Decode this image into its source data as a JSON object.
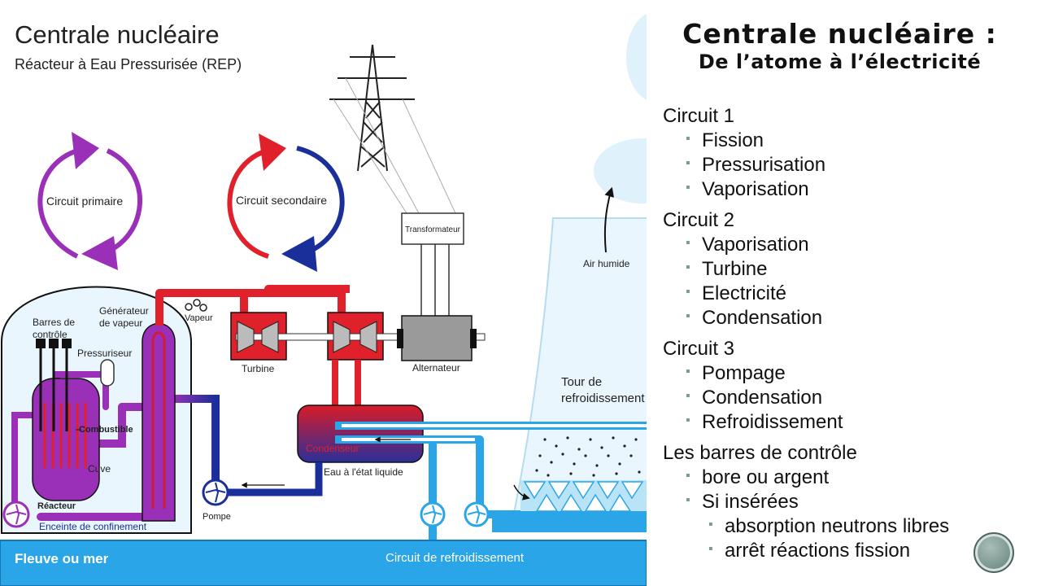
{
  "diagram": {
    "title": "Centrale nucléaire",
    "subtitle": "Réacteur à Eau Pressurisée (REP)",
    "labels": {
      "circuit_primaire": "Circuit primaire",
      "circuit_secondaire": "Circuit secondaire",
      "transformateur": "Transformateur",
      "air_humide": "Air humide",
      "vapeur": "Vapeur",
      "generateur_line1": "Générateur",
      "generateur_line2": "de vapeur",
      "barres_line1": "Barres de",
      "barres_line2": "contrôle",
      "pressuriseur": "Pressuriseur",
      "combustible": "Combustible",
      "cuve": "Cuve",
      "reacteur": "Réacteur",
      "enceinte": "Enceinte de confinement",
      "turbine": "Turbine",
      "alternateur": "Alternateur",
      "tour_line1": "Tour de",
      "tour_line2": "refroidissement",
      "condenseur": "Condenseur",
      "eau_liquide": "Eau à l'état liquide",
      "pompe": "Pompe",
      "fleuve": "Fleuve ou mer",
      "circuit_refroidissement": "Circuit de refroidissement"
    }
  },
  "panel": {
    "title": "Centrale nucléaire :",
    "subtitle": "De l’atome à l’électricité",
    "circuit1": {
      "label": "Circuit 1",
      "items": [
        "Fission",
        "Pressurisation",
        "Vaporisation"
      ]
    },
    "circuit2": {
      "label": "Circuit 2",
      "items": [
        "Vaporisation",
        "Turbine",
        "Electricité",
        "Condensation"
      ]
    },
    "circuit3": {
      "label": "Circuit 3",
      "items": [
        "Pompage",
        "Condensation",
        "Refroidissement"
      ]
    },
    "barres": {
      "label": "Les barres de contrôle",
      "items": [
        "bore ou argent",
        "Si insérées"
      ],
      "subitems": [
        "absorption neutrons libres",
        "arrêt réactions fission"
      ]
    }
  },
  "colors": {
    "primary_circuit": "#9b30b8",
    "hot_water": "#e0202a",
    "cold_water": "#1a2f9a",
    "cooling_water": "#2aa6e8"
  }
}
